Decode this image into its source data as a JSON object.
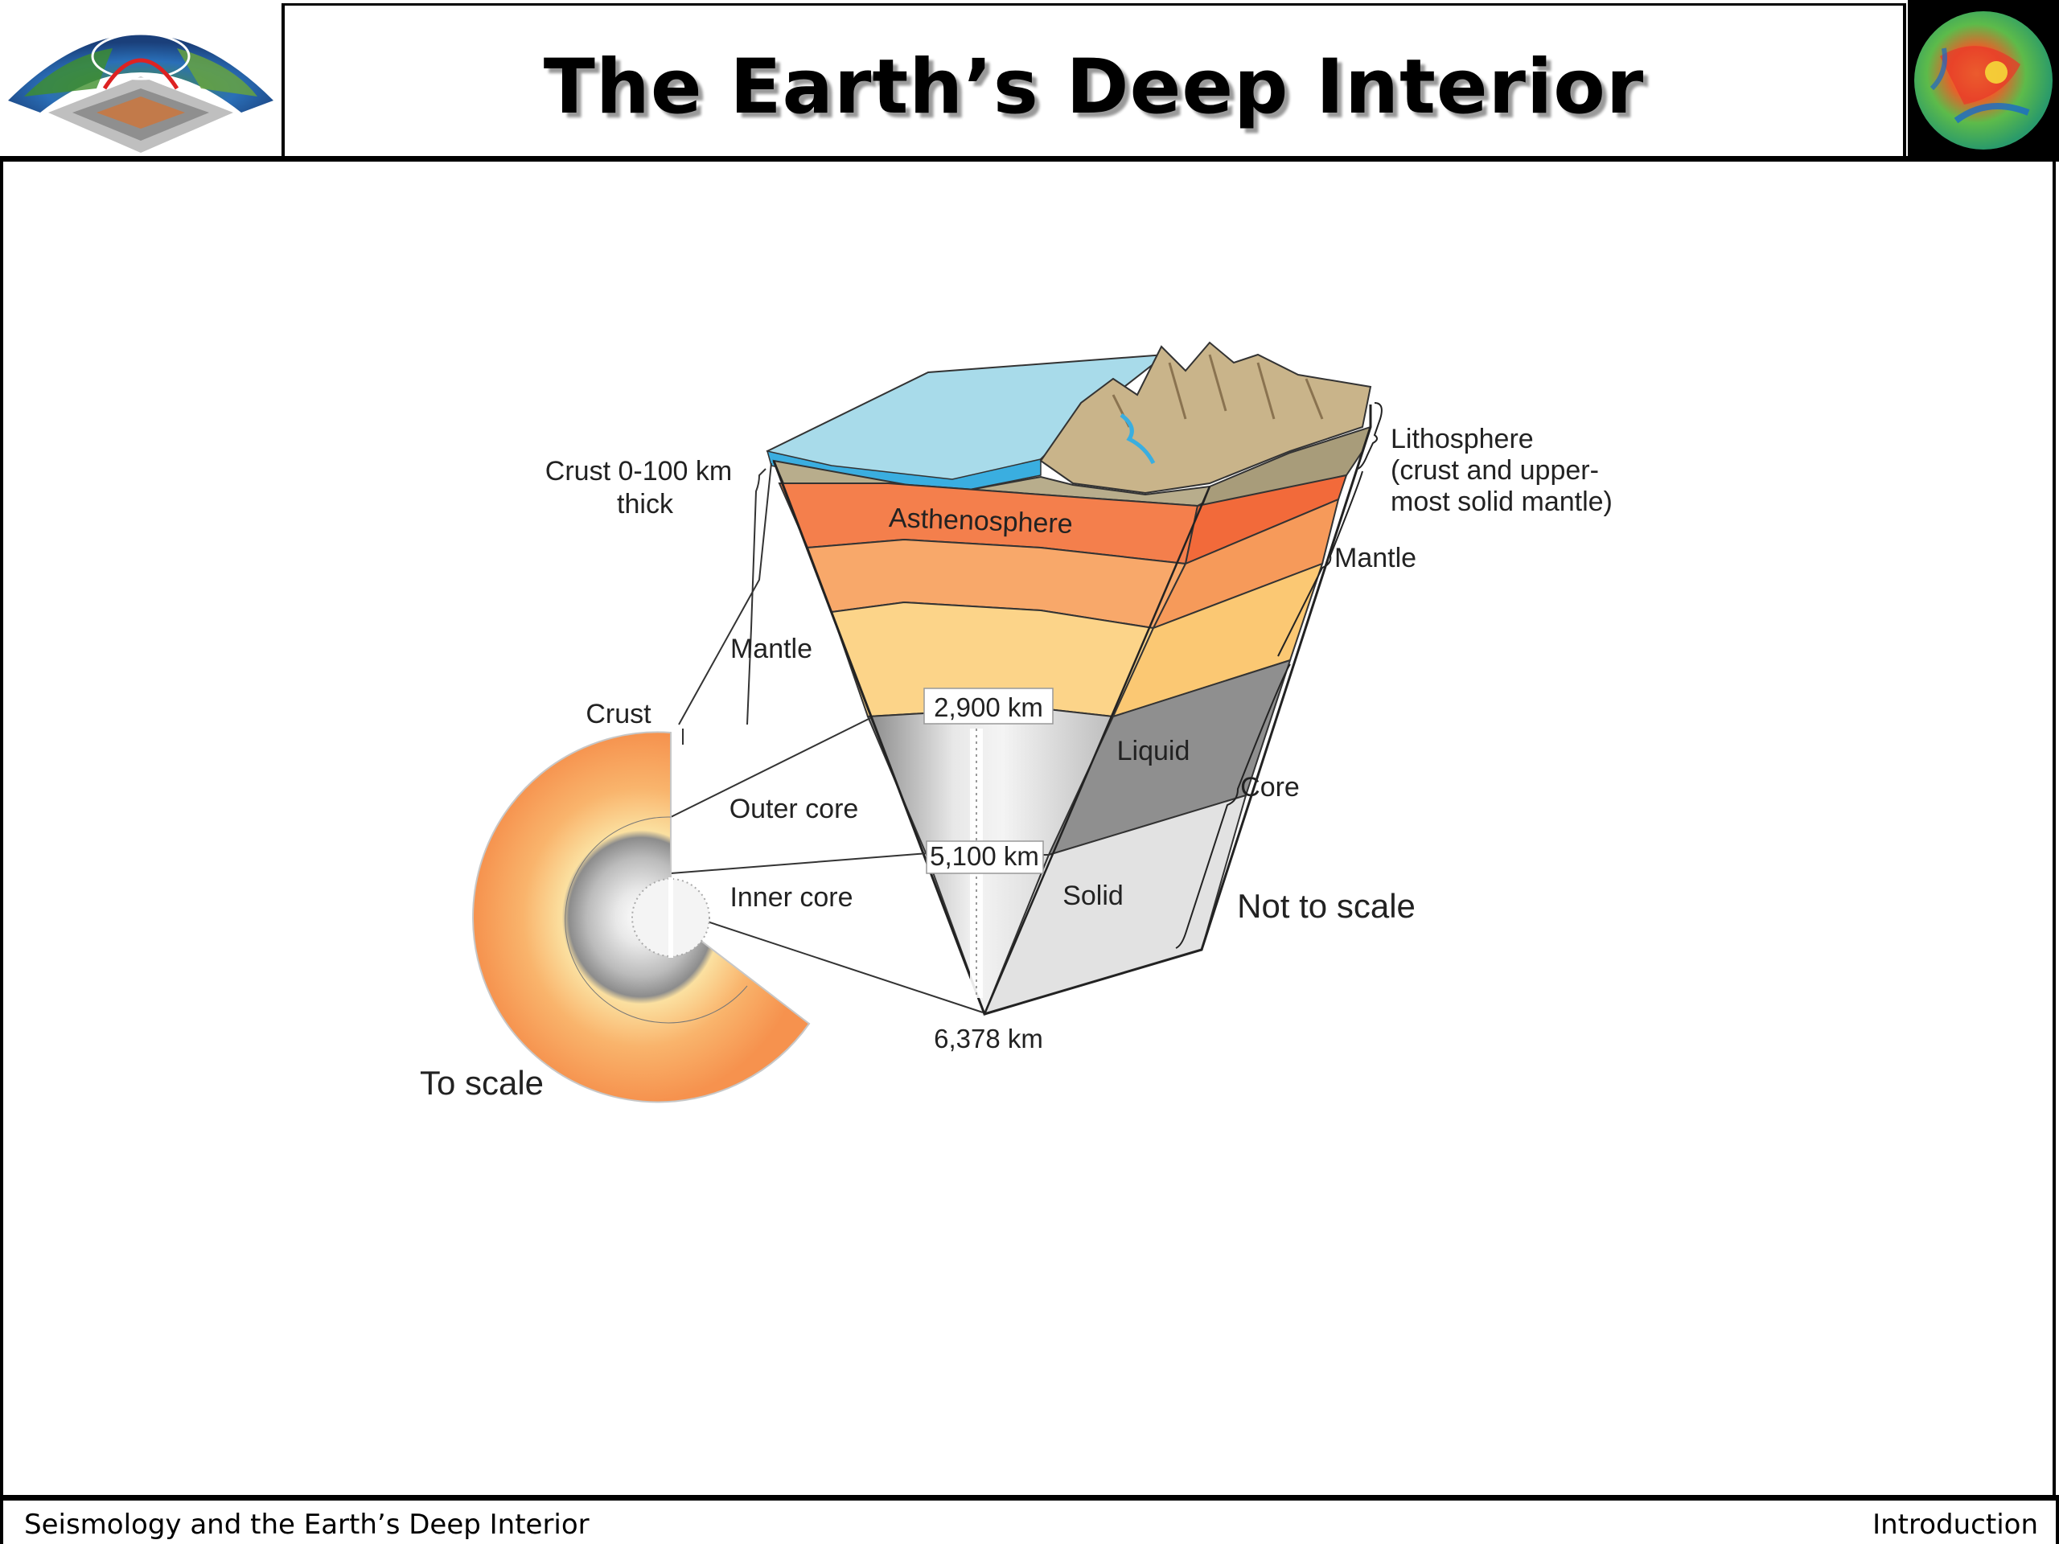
{
  "slide": {
    "title": "The Earth’s Deep Interior",
    "footer_left": "Seismology and the Earth’s Deep Interior",
    "footer_right": "Introduction"
  },
  "logos": {
    "left": "seismic-globe-cutaway-icon",
    "right": "tomography-globe-icon"
  },
  "diagram": {
    "labels": {
      "crust_thickness": "Crust 0-100 km",
      "crust_thickness_2": "thick",
      "lithosphere_1": "Lithosphere",
      "lithosphere_2": "(crust and upper-",
      "lithosphere_3": "most solid mantle)",
      "asthenosphere": "Asthenosphere",
      "mantle_left": "Mantle",
      "mantle_right": "Mantle",
      "crust": "Crust",
      "depth_2900": "2,900 km",
      "liquid": "Liquid",
      "core": "Core",
      "outer_core": "Outer core",
      "depth_5100": "5,100 km",
      "solid": "Solid",
      "not_to_scale": "Not to scale",
      "inner_core": "Inner core",
      "depth_6378": "6,378 km",
      "to_scale": "To scale"
    },
    "colors": {
      "ocean": "#a8dbea",
      "ocean_edge": "#3aaee0",
      "land": "#c9b48a",
      "lithosphere": "#b8ad8c",
      "asthenosphere": "#f47f4c",
      "mantle_mid": "#f8a86a",
      "mantle_lower": "#fcd489",
      "outer_core": "#bdbdbd",
      "inner_core": "#e6e6e6"
    }
  }
}
